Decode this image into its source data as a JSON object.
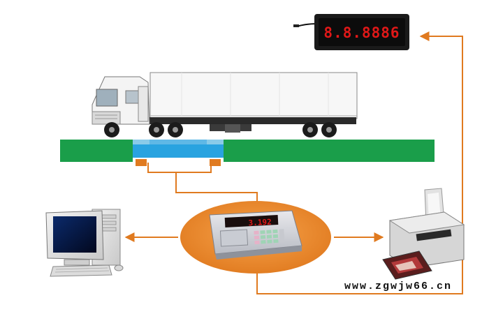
{
  "large_display": {
    "reading": "8.8.8886"
  },
  "indicator": {
    "reading": "3.192"
  },
  "watermark": "www.zgwjw66.cn",
  "colors": {
    "connector": "#e07a1f",
    "ground": "#1a9e4a",
    "platform": "#29a3e0",
    "load_cell": "#e07a1f",
    "ellipse": "#f08a24",
    "display_digits": "#e01818"
  },
  "icons": [
    "truck",
    "remote-display",
    "weighing-indicator",
    "computer",
    "printer"
  ]
}
